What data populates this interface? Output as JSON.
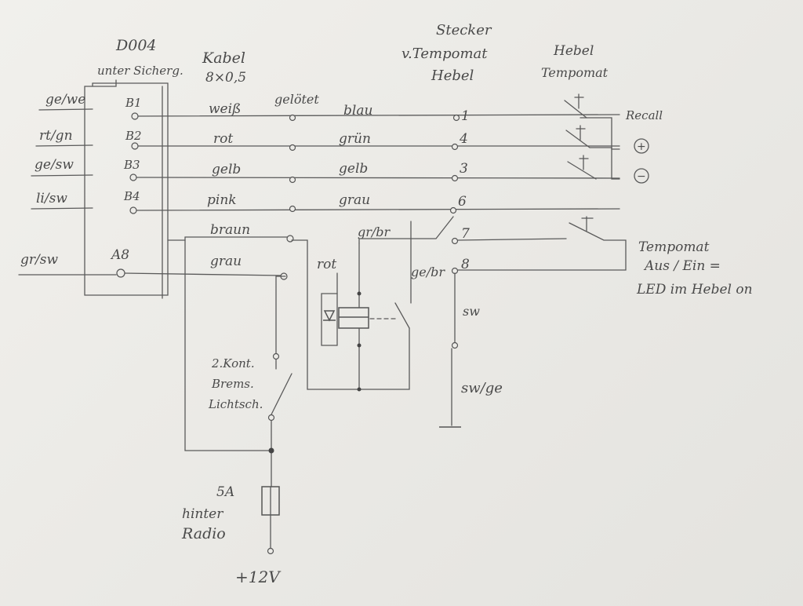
{
  "header": {
    "d004": "D004",
    "unter_sicherung": "unter Sicherg.",
    "kabel": "Kabel",
    "kabel_spec": "8×0,5",
    "geloetet": "gelötet",
    "stecker_line1": "Stecker",
    "stecker_line2": "v.Tempomat",
    "stecker_line3": "Hebel",
    "hebel_line1": "Hebel",
    "hebel_line2": "Tempomat"
  },
  "wires": [
    {
      "left": "ge/we",
      "pin": "B1",
      "kabel": "weiß",
      "stecker": "blau",
      "num": "1"
    },
    {
      "left": "rt/gn",
      "pin": "B2",
      "kabel": "rot",
      "stecker": "grün",
      "num": "4"
    },
    {
      "left": "ge/sw",
      "pin": "B3",
      "kabel": "gelb",
      "stecker": "gelb",
      "num": "3"
    },
    {
      "left": "li/sw",
      "pin": "B4",
      "kabel": "pink",
      "stecker": "grau",
      "num": "6"
    },
    {
      "left": "",
      "pin": "",
      "kabel": "braun",
      "stecker": "gr/br",
      "num": "7"
    },
    {
      "left": "gr/sw",
      "pin": "A8",
      "kabel": "grau",
      "stecker": "ge/br",
      "num": "8"
    }
  ],
  "labels": {
    "recall": "Recall",
    "plus": "+",
    "minus": "−",
    "tempomat_line1": "Tempomat",
    "tempomat_line2": "Aus / Ein =",
    "tempomat_line3": "LED im Hebel on",
    "rot": "rot",
    "sw": "sw",
    "sw_ge": "sw/ge",
    "brems_line1": "2.Kont.",
    "brems_line2": "Brems.",
    "brems_line3": "Lichtsch.",
    "fuse_line1": "5A",
    "fuse_line2": "hinter",
    "fuse_line3": "Radio",
    "supply": "+12V"
  }
}
